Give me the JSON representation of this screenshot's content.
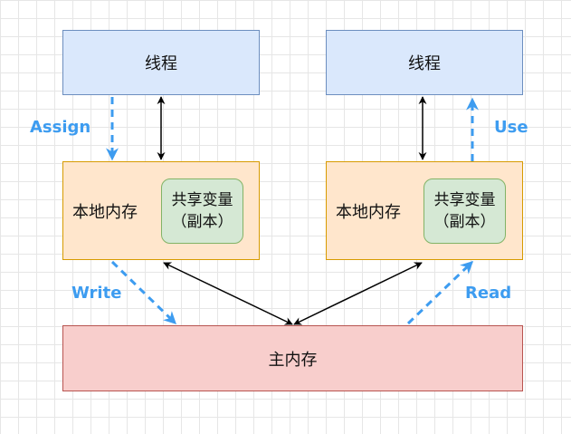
{
  "colors": {
    "thread_fill": "#dae8fc",
    "thread_border": "#6c8ebf",
    "local_fill": "#ffe6cc",
    "local_border": "#d79b00",
    "shared_fill": "#d5e8d4",
    "shared_border": "#82b366",
    "main_fill": "#f8cecc",
    "main_border": "#b85450",
    "operation_arrow": "#3d9cf0",
    "sync_arrow": "#000000"
  },
  "left": {
    "thread_label": "线程",
    "local_memory_label": "本地内存",
    "shared_var_line1": "共享变量",
    "shared_var_line2": "（副本）"
  },
  "right": {
    "thread_label": "线程",
    "local_memory_label": "本地内存",
    "shared_var_line1": "共享变量",
    "shared_var_line2": "（副本）"
  },
  "main_memory_label": "主内存",
  "operations": {
    "assign": "Assign",
    "use": "Use",
    "write": "Write",
    "read": "Read"
  }
}
